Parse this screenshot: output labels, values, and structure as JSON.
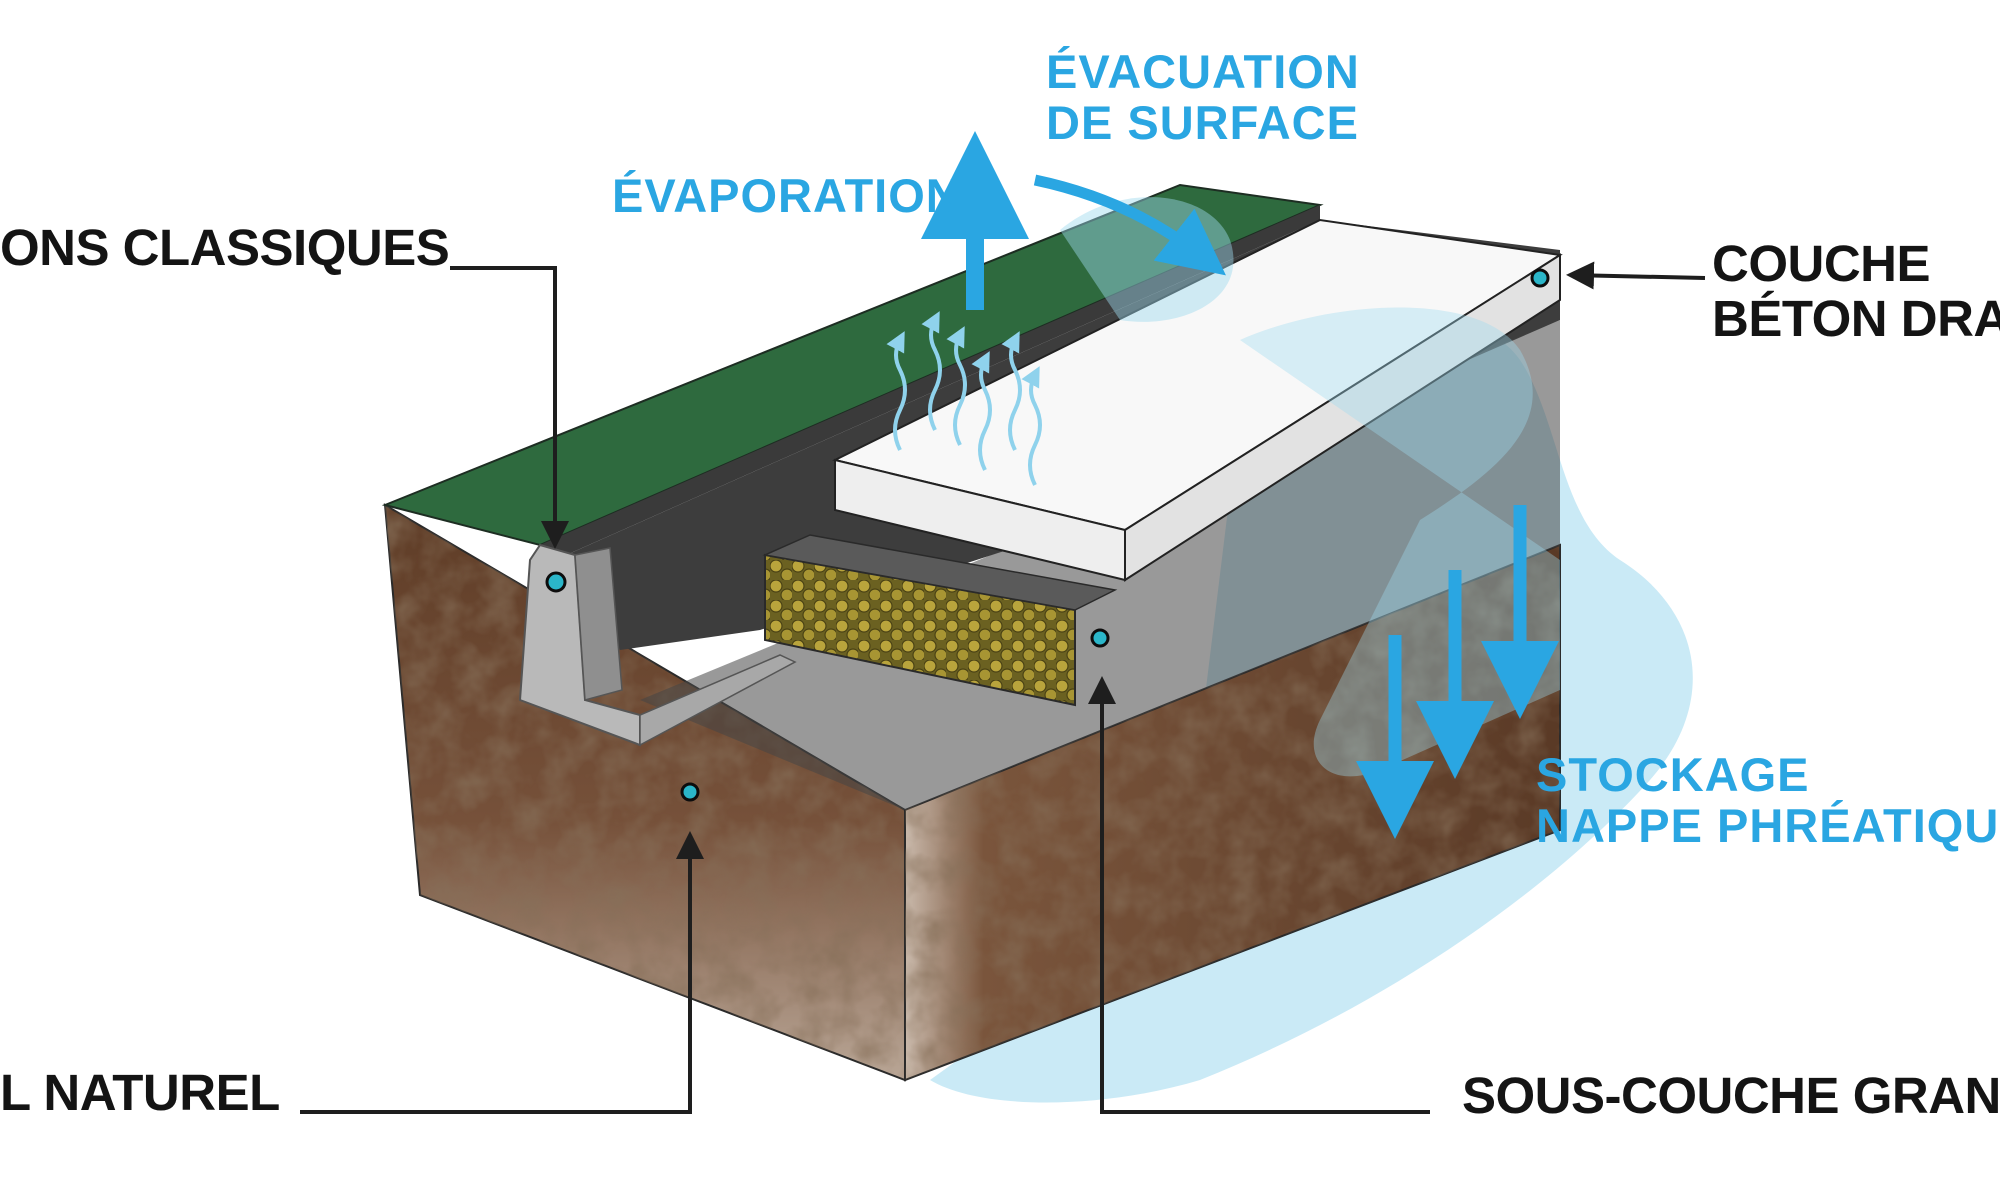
{
  "labels": {
    "classiques": "ONS CLASSIQUES",
    "naturel": "L NATUREL",
    "couche_line1": "COUCHE",
    "couche_line2": "BÉTON DRA",
    "sous_couche": "SOUS-COUCHE GRAN",
    "evaporation": "ÉVAPORATION",
    "evacuation_line1": "ÉVACUATION",
    "evacuation_line2": "DE SURFACE",
    "stockage_line1": "STOCKAGE",
    "stockage_line2": "NAPPE PHRÉATIQUE"
  },
  "colors": {
    "water_blue": "#2aa6e2",
    "label_dark": "#141414",
    "grass": "#2e6a3e",
    "soil": "#6e4a2f",
    "gravel": "#b8a33a"
  }
}
